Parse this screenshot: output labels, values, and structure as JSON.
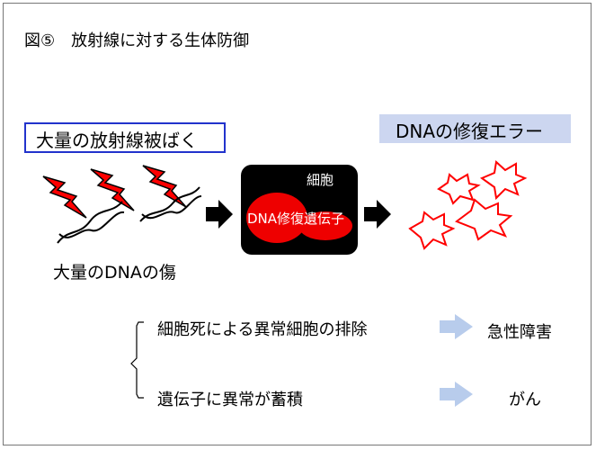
{
  "title": "図⑤　放射線に対する生体防御",
  "cause_label": "大量の放射線被ばく",
  "error_label": "DNAの修復エラー",
  "dna_damage_label": "大量のDNAの傷",
  "cell_label": "細胞",
  "repair_label": "DNA修復遺伝子",
  "outcomes": [
    {
      "text": "細胞死による異常細胞の排除",
      "effect": "急性障害"
    },
    {
      "text": "遺伝子に異常が蓄積",
      "effect": "がん"
    }
  ],
  "colors": {
    "lightning": "#ff0000",
    "cause_border": "#2233cc",
    "error_bg": "#ccd6f0",
    "cell_bg": "#000000",
    "cell_blobs": "#ee0000",
    "outcome_arrow": "#b8ccec"
  },
  "icons": [
    "lightning-bolt-icon",
    "dna-strand-icon",
    "arrow-right-icon",
    "starburst-icon",
    "brace-icon"
  ]
}
